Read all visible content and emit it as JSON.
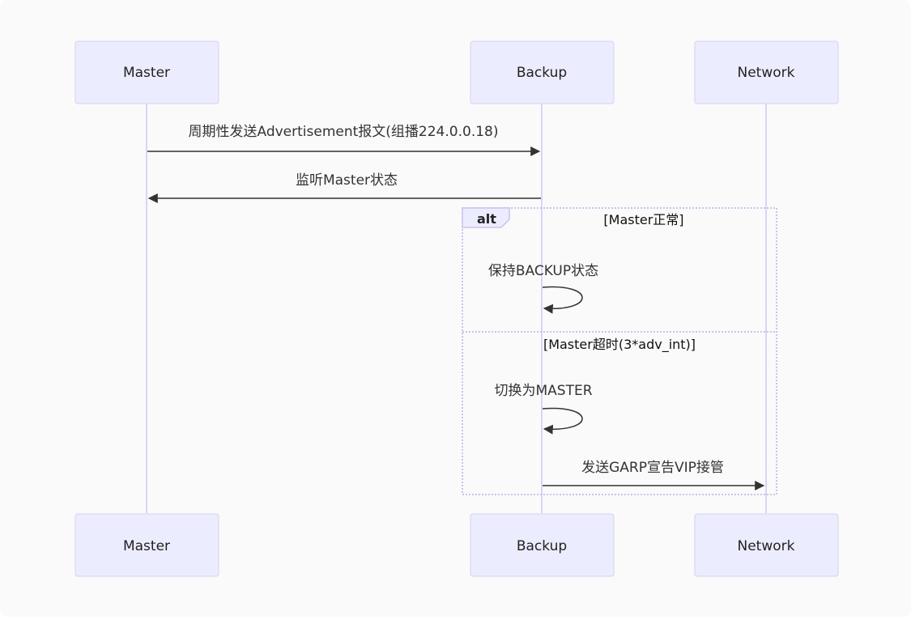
{
  "actors": [
    {
      "id": "master",
      "label": "Master"
    },
    {
      "id": "backup",
      "label": "Backup"
    },
    {
      "id": "network",
      "label": "Network"
    }
  ],
  "messages": [
    {
      "from": "master",
      "to": "backup",
      "label": "周期性发送Advertisement报文(组播224.0.0.18)"
    },
    {
      "from": "backup",
      "to": "master",
      "label": "监听Master状态"
    },
    {
      "from": "backup",
      "to": "backup",
      "label": "保持BACKUP状态"
    },
    {
      "from": "backup",
      "to": "backup",
      "label": "切换为MASTER"
    },
    {
      "from": "backup",
      "to": "network",
      "label": "发送GARP宣告VIP接管"
    }
  ],
  "alt": {
    "keyword": "alt",
    "branches": [
      {
        "condition": "[Master正常]"
      },
      {
        "condition": "[Master超时(3*adv_int)]"
      }
    ]
  },
  "colors": {
    "actor_fill": "#ececff",
    "actor_stroke": "#d6d0f2",
    "lifeline": "#dcd4f5",
    "arrow": "#333333"
  }
}
